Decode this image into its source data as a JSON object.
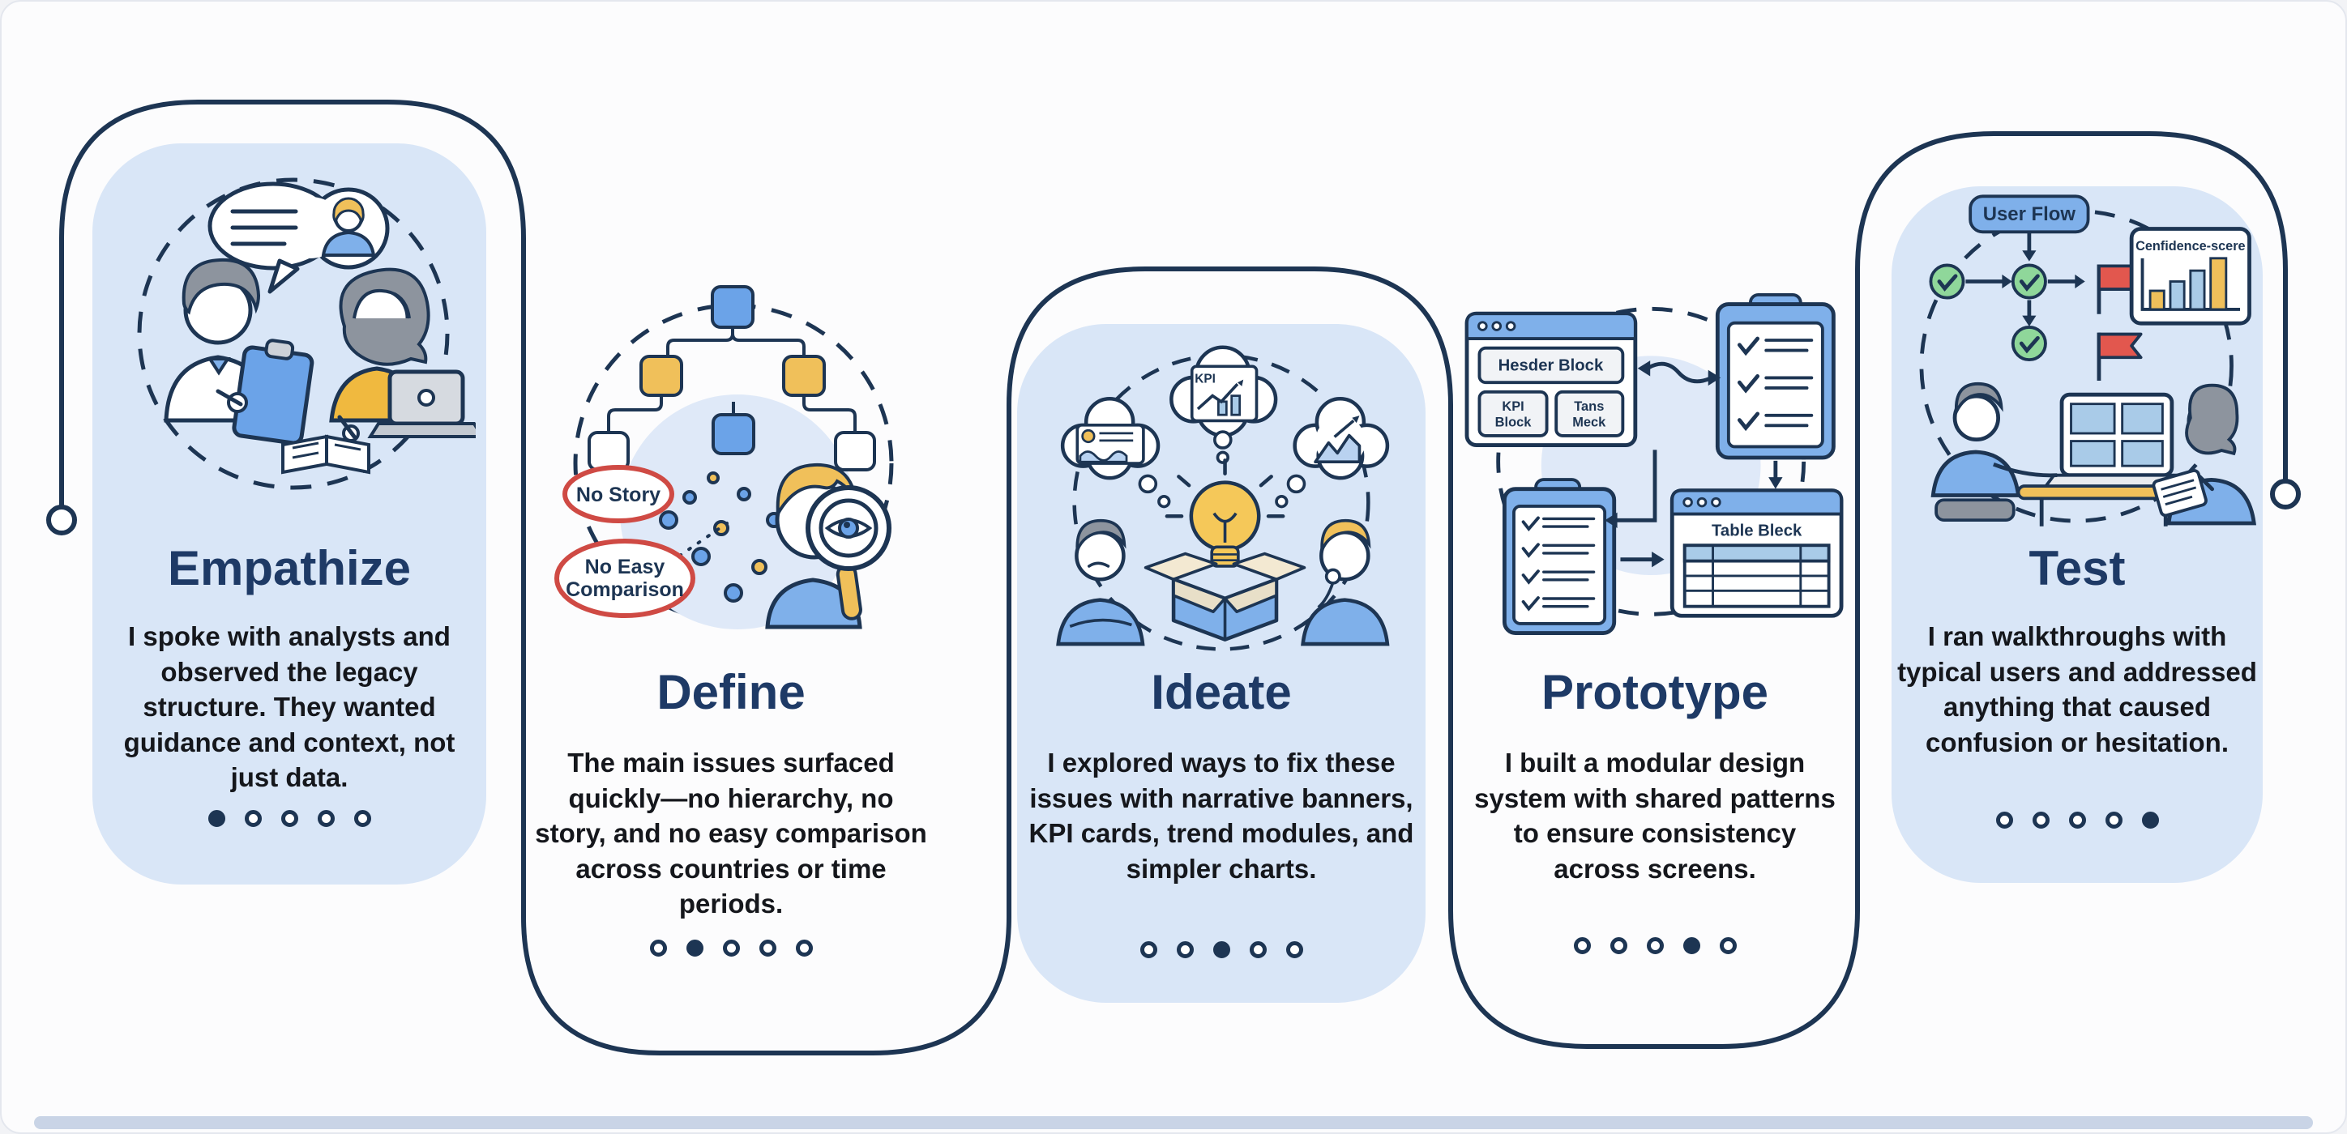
{
  "dots_per_step": 5,
  "steps": [
    {
      "title": "Empathize",
      "description": "I spoke with analysts and observed the legacy structure. They wanted guidance and context, not just data.",
      "active_dot": 1
    },
    {
      "title": "Define",
      "description": "The main issues surfaced quickly—no hierarchy, no story, and no easy comparison across countries or time periods.",
      "active_dot": 2
    },
    {
      "title": "Ideate",
      "description": "I explored ways to fix these issues with narrative banners, KPI cards, trend modules, and simpler charts.",
      "active_dot": 3
    },
    {
      "title": "Prototype",
      "description": "I built a modular design system with shared patterns to ensure consistency across screens.",
      "active_dot": 4
    },
    {
      "title": "Test",
      "description": "I ran walkthroughs with typical users and addressed anything that caused confusion or hesitation.",
      "active_dot": 5
    }
  ],
  "illustrations": {
    "define": {
      "no_story": "No Story",
      "no_easy_line1": "No Easy",
      "no_easy_line2": "Comparison"
    },
    "ideate": {
      "kpi": "KPI"
    },
    "prototype": {
      "header_block": "Hesder Block",
      "kpi_block_line1": "KPI",
      "kpi_block_line2": "Block",
      "tans_meck_line1": "Tans",
      "tans_meck_line2": "Meck",
      "table_block": "Table Bleck"
    },
    "test": {
      "user_flow": "User Flow",
      "confidence": "Cenfidence-scere"
    }
  },
  "colors": {
    "ribbon_navy": "#1d3553",
    "title_navy": "#1e3a66",
    "body_text": "#15171c",
    "card_fill_blue": "#d9e6f7",
    "accent_blue": "#7fb0ea",
    "mid_blue": "#6ba3e8",
    "pale_blue": "#a9cbe8",
    "accent_yellow": "#f0c05a",
    "gray": "#8d949e",
    "flag_red": "#e2574e",
    "oval_red": "#cf4a44",
    "check_green": "#8fd79a"
  }
}
